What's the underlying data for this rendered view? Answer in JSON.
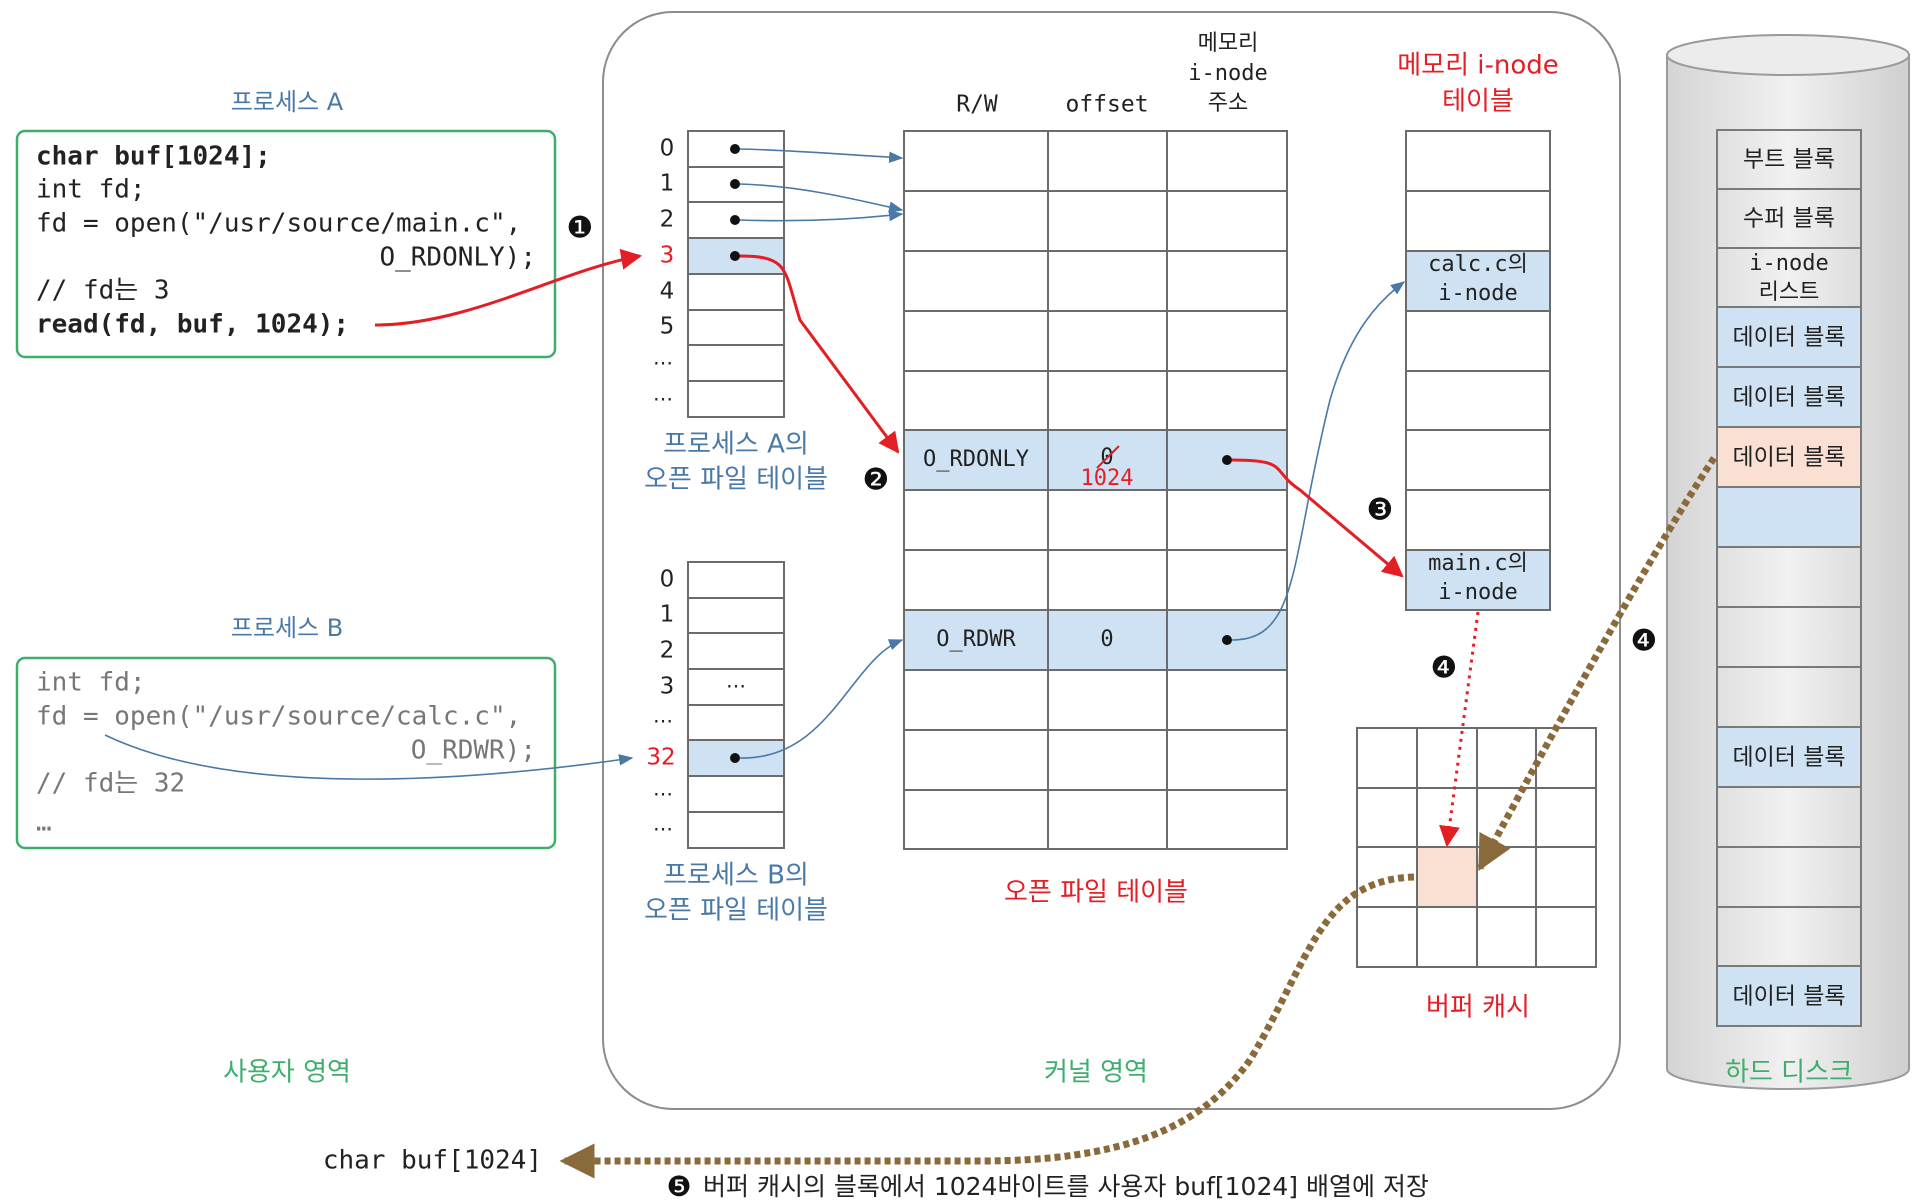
{
  "process_a": {
    "title": "프로세스 A",
    "code": [
      "char buf[1024];",
      "int fd;",
      "fd = open(\"/usr/source/main.c\",",
      "O_RDONLY);",
      "// fd는 3",
      "read(fd, buf, 1024);"
    ]
  },
  "process_b": {
    "title": "프로세스 B",
    "code": [
      "int fd;",
      "fd = open(\"/usr/source/calc.c\",",
      "O_RDWR);",
      "// fd는 32",
      "…"
    ]
  },
  "fd_table_a": {
    "labels": [
      "0",
      "1",
      "2",
      "3",
      "4",
      "5",
      "…",
      "…"
    ],
    "caption_line1": "프로세스 A의",
    "caption_line2": "오픈 파일 테이블"
  },
  "fd_table_b": {
    "labels": [
      "0",
      "1",
      "2",
      "3",
      "…",
      "32",
      "…",
      "…"
    ],
    "row3_content": "…",
    "caption_line1": "프로세스 B의",
    "caption_line2": "오픈 파일 테이블"
  },
  "open_file_table": {
    "headers": {
      "rw": "R/W",
      "offset": "offset",
      "inode_line1": "메모리",
      "inode_line2": "i-node",
      "inode_line3": "주소"
    },
    "entry_a": {
      "rw": "O_RDONLY",
      "offset_old": "0",
      "offset_new": "1024"
    },
    "entry_b": {
      "rw": "O_RDWR",
      "offset": "0"
    },
    "caption": "오픈 파일 테이블"
  },
  "inode_table": {
    "title_line1": "메모리 i-node",
    "title_line2": "테이블",
    "calc_line1": "calc.c의",
    "calc_line2": "i-node",
    "main_line1": "main.c의",
    "main_line2": "i-node"
  },
  "buffer_cache": {
    "caption": "버퍼 캐시"
  },
  "disk": {
    "blocks": [
      "부트 블록",
      "수퍼 블록",
      "i-node",
      "리스트",
      "데이터 블록",
      "데이터 블록",
      "데이터 블록",
      "데이터 블록",
      "데이터 블록"
    ],
    "caption": "하드 디스크"
  },
  "areas": {
    "user": "사용자 영역",
    "kernel": "커널 영역"
  },
  "steps": {
    "s1": "❶",
    "s2": "❷",
    "s3": "❸",
    "s4": "❹",
    "s5": "❺"
  },
  "bottom": {
    "buf_label": "char buf[1024]",
    "caption": "버퍼 캐시의 블록에서 1024바이트를 사용자 buf[1024] 배열에 저장"
  },
  "colors": {
    "green": "#3fae6d",
    "blue_text": "#4a79a8",
    "red": "#e31e24",
    "highlight": "#cfe2f3",
    "pink": "#f9e0d2",
    "brown": "#8a6a3b",
    "grid": "#6b6b6b"
  }
}
